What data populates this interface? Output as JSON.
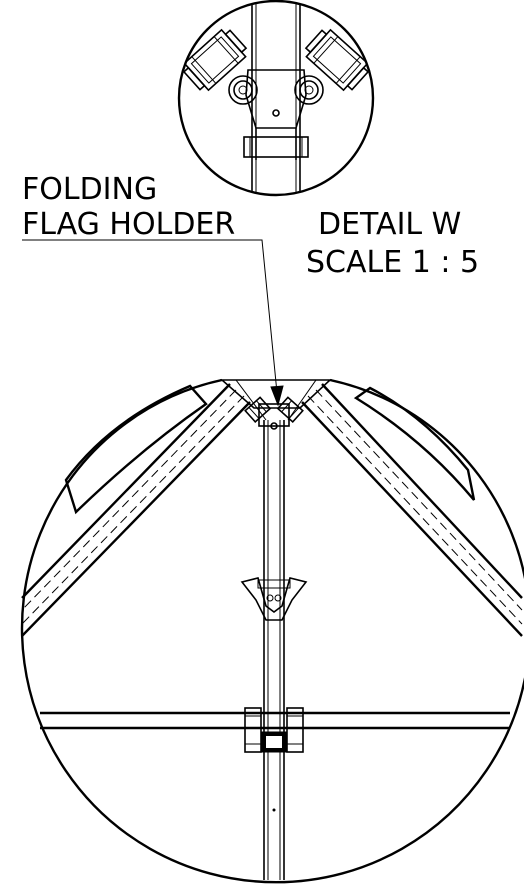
{
  "callout": {
    "line1": "FOLDING",
    "line2": "FLAG HOLDER"
  },
  "detail": {
    "title": "DETAIL W",
    "scale": "SCALE 1 : 5"
  }
}
